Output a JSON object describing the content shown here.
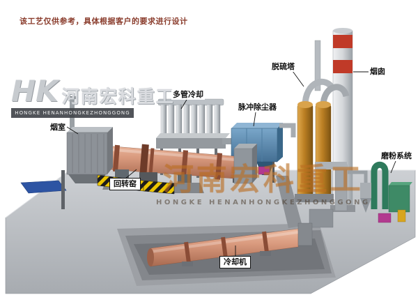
{
  "disclaimer": "该工艺仅供参考，具体根据客户的要求进行设计",
  "logo": {
    "monogram": "HK",
    "company_cn": "河南宏科重工",
    "company_en": "HONGKE HENANHONGKEZHONGGONG"
  },
  "watermark": {
    "text_cn": "河南宏科重工",
    "text_en": "HONGKE HENANHONGKEZHONGGONG"
  },
  "labels": {
    "smoke_chamber": "烟室",
    "multi_tube_cooler": "多管冷却",
    "pulse_dust_collector": "脉冲除尘器",
    "desulfurization_tower": "脱硫塔",
    "chimney": "烟囱",
    "grinding_system": "磨粉系统",
    "rotary_kiln": "回转窑",
    "cooling_machine": "冷却机"
  },
  "colors": {
    "kiln_salmon": "#d89a7e",
    "kiln_ring_brown": "#8a4c36",
    "dust_collector_blue": "#5d8cb4",
    "tower_tan": "#c08a33",
    "chimney_red": "#c03a28",
    "hazard_yellow": "#ecc500",
    "grinding_green": "#3e8a66",
    "accent_magenta": "#b23a8f",
    "accent_yellow": "#d8a51e",
    "platform_gray": "#b4b8bd",
    "mat_blue": "#2d54a3",
    "disclaimer_red": "#8a3c2c"
  }
}
